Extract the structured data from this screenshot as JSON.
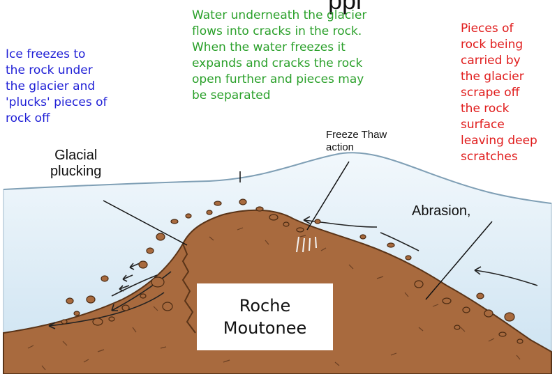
{
  "top_partial_text": "ppi",
  "notes": {
    "ice_freezes": "Ice freezes to\nthe rock under\nthe glacier and\n'plucks' pieces of\nrock off",
    "water_underneath": "Water underneath the glacier\nflows into cracks in the rock.\nWhen the water freezes it\nexpands and cracks the rock\nopen further and pieces may\nbe separated",
    "pieces_of_rock": "Pieces of\nrock being\ncarried by\nthe glacier\nscrape off\nthe rock\nsurface\nleaving deep\nscratches"
  },
  "labels": {
    "glacial_plucking": "Glacial\nplucking",
    "freeze_thaw": "Freeze Thaw\naction",
    "abrasion": "Abrasion,"
  },
  "title_box": "Roche\nMoutonee",
  "colors": {
    "ice": "#dfeef7",
    "rock": "#a86a3e",
    "rock_outline": "#5a3418",
    "note_blue": "#1f1fd6",
    "note_green": "#2aa02a",
    "note_red": "#e01b1b"
  }
}
